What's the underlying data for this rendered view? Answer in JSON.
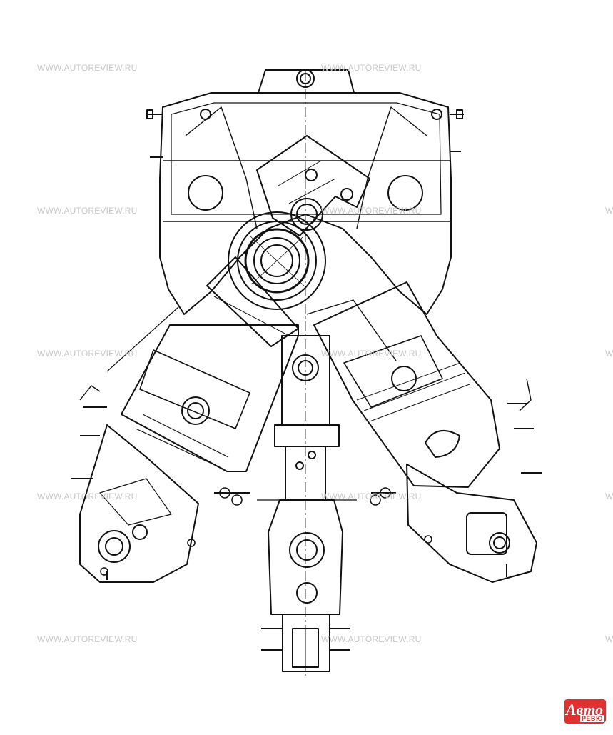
{
  "watermark": {
    "text": "WWW.AUTOREVIEW.RU",
    "text_partial": "W"
  },
  "logo": {
    "main": "Авто",
    "sub": "РЕВЮ",
    "color": "#e03030"
  },
  "drawing": {
    "subject": "engine-cross-section",
    "line_color": "#111111",
    "background": "#ffffff"
  }
}
